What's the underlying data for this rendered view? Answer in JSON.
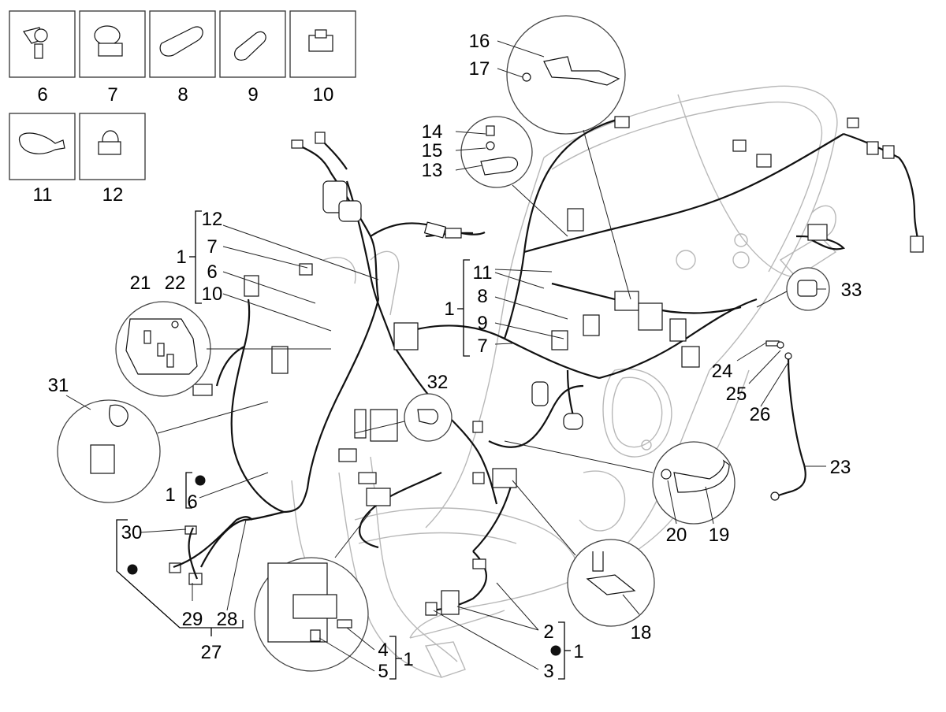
{
  "labels": {
    "p6": "6",
    "p7": "7",
    "p8": "8",
    "p9": "9",
    "p10": "10",
    "p11": "11",
    "p12": "12",
    "p16": "16",
    "p17": "17",
    "p14": "14",
    "p15": "15",
    "p13": "13",
    "g1_12": "12",
    "g1_7": "7",
    "g1_6": "6",
    "g1_10": "10",
    "g1_1": "1",
    "p21": "21",
    "p22": "22",
    "p31": "31",
    "p32": "32",
    "g2_11": "11",
    "g2_8": "8",
    "g2_9": "9",
    "g2_7": "7",
    "g2_1": "1",
    "p33": "33",
    "p24": "24",
    "p25": "25",
    "p26": "26",
    "p23": "23",
    "p20": "20",
    "p19": "19",
    "g3_1": "1",
    "g3_6": "6",
    "p30": "30",
    "p29": "29",
    "p28": "28",
    "p27": "27",
    "p18": "18",
    "g4_2": "2",
    "g4_3": "3",
    "g4_1": "1",
    "g5_4": "4",
    "g5_5": "5",
    "g5_1": "1"
  }
}
